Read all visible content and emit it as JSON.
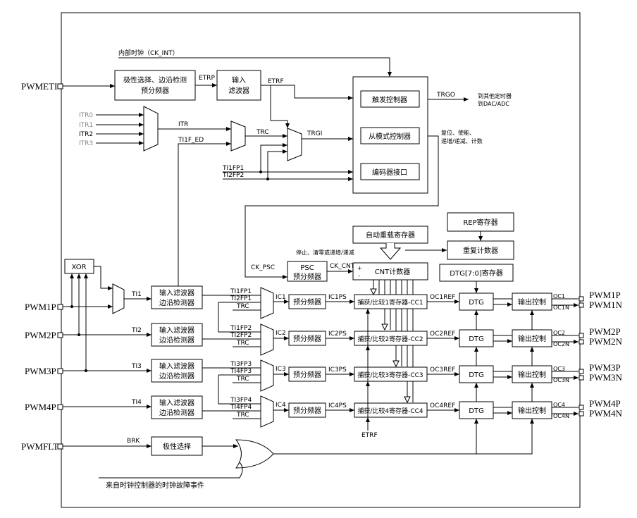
{
  "pins": {
    "pwmeti": "PWMETI",
    "pwm1p_in": "PWM1P",
    "pwm2p_in": "PWM2P",
    "pwm3p_in": "PWM3P",
    "pwm4p_in": "PWM4P",
    "pwmflt": "PWMFLT",
    "out1p": "PWM1P",
    "out1n": "PWM1N",
    "out2p": "PWM2P",
    "out2n": "PWM2N",
    "out3p": "PWM3P",
    "out3n": "PWM3N",
    "out4p": "PWM4P",
    "out4n": "PWM4N"
  },
  "blocks": {
    "polarity_edge_1": "极性选择、边沿检测",
    "polarity_edge_2": "预分频器",
    "input_filter_1": "输入",
    "input_filter_2": "滤波器",
    "trigger_ctrl": "触发控制器",
    "slave_mode_ctrl": "从模式控制器",
    "encoder_if": "编码器接口",
    "auto_reload": "自动重载寄存器",
    "rep_reg": "REP寄存器",
    "repeat_counter": "重复计数器",
    "dtg_reg": "DTG[7:0]寄存器",
    "psc_1": "PSC",
    "psc_2": "预分频器",
    "cnt": "CNT计数器",
    "xor": "XOR",
    "filter_edge_1": "输入滤波器",
    "filter_edge_2": "边沿检测器",
    "prescaler": "预分频器",
    "cc1": "捕获/比较1寄存器-CC1",
    "cc2": "捕获/比较2寄存器-CC2",
    "cc3": "捕获/比较3寄存器-CC3",
    "cc4": "捕获/比较4寄存器-CC4",
    "dtg": "DTG",
    "output_ctrl": "输出控制",
    "polarity_sel": "极性选择"
  },
  "signals": {
    "ck_int": "内部时钟（CK_INT）",
    "etrp": "ETRP",
    "etrf": "ETRF",
    "etrf_bottom": "ETRF",
    "trgo": "TRGO",
    "trgo_dest_1": "到其他定时器",
    "trgo_dest_2": "到DAC/ADC",
    "itr0": "ITR0",
    "itr1": "ITR1",
    "itr2": "ITR2",
    "itr3": "ITR3",
    "itr": "ITR",
    "ti1f_ed": "TI1F_ED",
    "trc": "TRC",
    "trgi": "TRGI",
    "ti1fp1": "TI1FP1",
    "ti2fp2": "TI2FP2",
    "reset_enable_1": "复位、使能、",
    "reset_enable_2": "递增/递减、计数",
    "stop_clear": "停止、清零或递增/递减",
    "ck_psc": "CK_PSC",
    "ck_cnt": "CK_CNT",
    "plus": "+",
    "minus": "-",
    "ti1": "TI1",
    "ti2": "TI2",
    "ti3": "TI3",
    "ti4": "TI4",
    "ic1": "IC1",
    "ic2": "IC2",
    "ic3": "IC3",
    "ic4": "IC4",
    "ic1ps": "IC1PS",
    "ic2ps": "IC2PS",
    "ic3ps": "IC3PS",
    "ic4ps": "IC4PS",
    "oc1ref": "OC1REF",
    "oc2ref": "OC2REF",
    "oc3ref": "OC3REF",
    "oc4ref": "OC4REF",
    "ch1_a": "TI1FP1",
    "ch1_b": "TI2FP1",
    "ch1_c": "TRC",
    "ch2_a": "TI1FP2",
    "ch2_b": "TI2FP2",
    "ch2_c": "TRC",
    "ch3_a": "TI3FP3",
    "ch3_b": "TI4FP3",
    "ch3_c": "TRC",
    "ch4_a": "TI3FP4",
    "ch4_b": "TI4FP4",
    "ch4_c": "TRC",
    "oc1": "OC1",
    "oc1n": "OC1N",
    "oc2": "OC2",
    "oc2n": "OC2N",
    "oc3": "OC3",
    "oc3n": "OC3N",
    "oc4": "OC4",
    "oc4n": "OC4N",
    "brk": "BRK",
    "clk_fault": "来自时钟控制器的时钟故障事件"
  }
}
